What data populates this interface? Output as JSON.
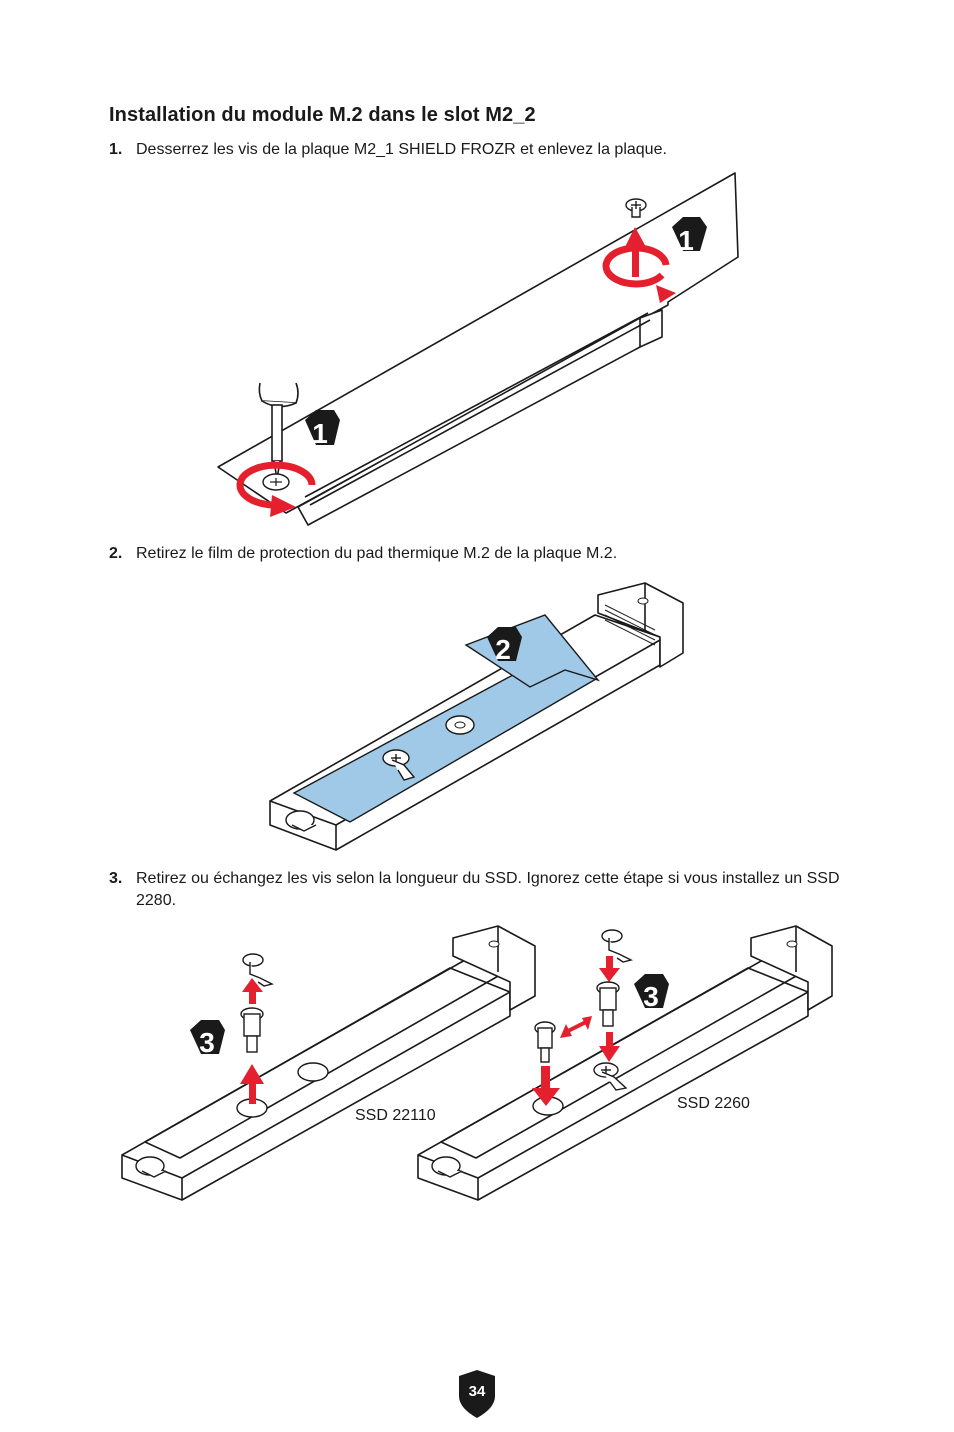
{
  "section_title": "Installation du module M.2 dans le slot M2_2",
  "steps": [
    {
      "num": "1.",
      "text": "Desserrez les vis de la plaque M2_1 SHIELD FROZR et enlevez la plaque."
    },
    {
      "num": "2.",
      "text": "Retirez le film de protection du pad thermique M.2 de la plaque M.2."
    },
    {
      "num": "3.",
      "text": "Retirez ou échangez les vis selon la longueur du SSD. Ignorez cette étape si vous installez un SSD 2280."
    }
  ],
  "callouts": {
    "step1": "1",
    "step2": "2",
    "step3": "3"
  },
  "figure3": {
    "left_label": "SSD 22110",
    "right_label": "SSD 2260"
  },
  "page_number": "34",
  "colors": {
    "accent_red": "#e5202e",
    "thermal_pad": "#9fc9e6",
    "callout_bg": "#1a1a1a"
  }
}
